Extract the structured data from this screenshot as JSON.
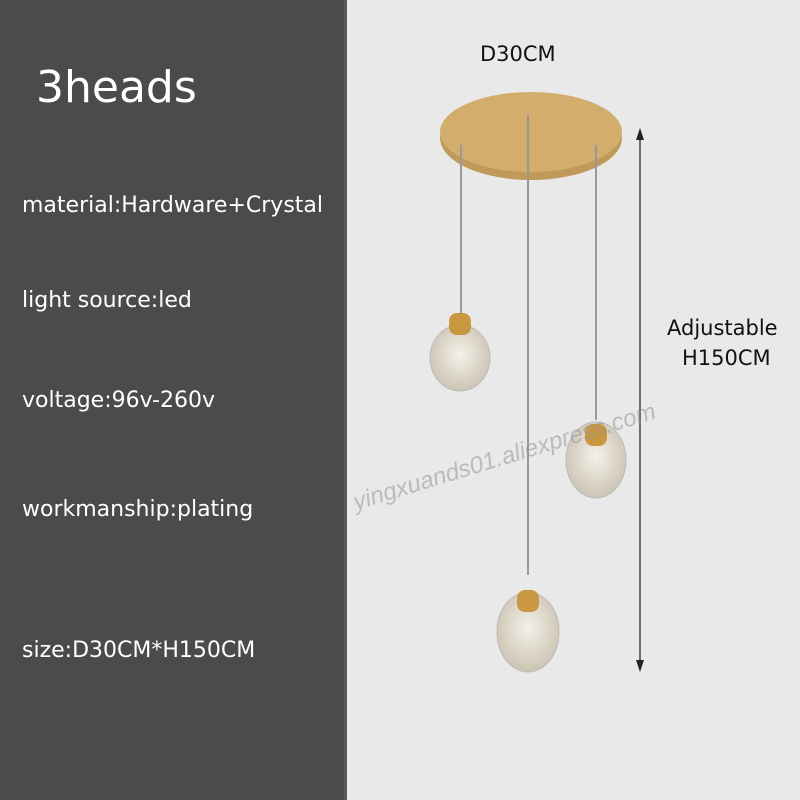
{
  "title": "3heads",
  "specs": [
    "material:Hardware+Crystal",
    "light source:led",
    "voltage:96v-260v",
    "workmanship:plating",
    "size:D30CM*H150CM"
  ],
  "diameter_label": "D30CM",
  "height_label": [
    "Adjustable",
    "H150CM"
  ],
  "watermark": "yingxuands01.aliexpress.com",
  "colors": {
    "panel": "#4b4b4b",
    "background": "#e9e9e9",
    "gold": "#d2ad6c"
  }
}
